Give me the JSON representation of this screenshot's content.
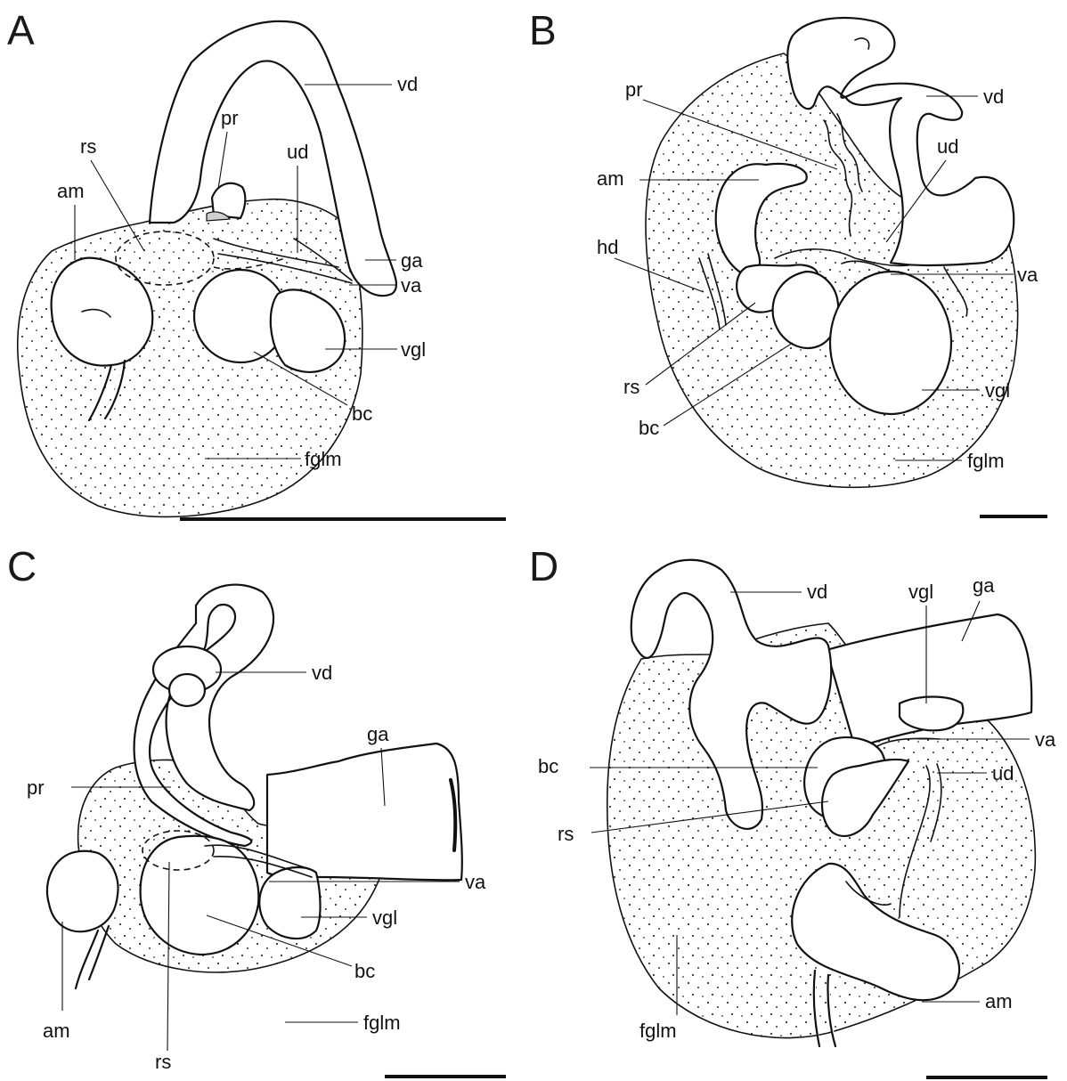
{
  "panels": {
    "A": {
      "letter": "A",
      "labels": {
        "vd": "vd",
        "pr": "pr",
        "rs": "rs",
        "ud": "ud",
        "am": "am",
        "ga": "ga",
        "va": "va",
        "vgl": "vgl",
        "bc": "bc",
        "fglm": "fglm"
      }
    },
    "B": {
      "letter": "B",
      "labels": {
        "pr": "pr",
        "vd": "vd",
        "am": "am",
        "ud": "ud",
        "hd": "hd",
        "va": "va",
        "rs": "rs",
        "bc": "bc",
        "vgl": "vgl",
        "fglm": "fglm"
      }
    },
    "C": {
      "letter": "C",
      "labels": {
        "vd": "vd",
        "ga": "ga",
        "pr": "pr",
        "va": "va",
        "vgl": "vgl",
        "bc": "bc",
        "am": "am",
        "rs": "rs",
        "fglm": "fglm"
      }
    },
    "D": {
      "letter": "D",
      "labels": {
        "vd": "vd",
        "vgl": "vgl",
        "ga": "ga",
        "va": "va",
        "bc": "bc",
        "ud": "ud",
        "rs": "rs",
        "fglm": "fglm",
        "am": "am"
      }
    }
  },
  "style": {
    "ink": "#111111",
    "stipple": "#333333",
    "background": "#ffffff"
  }
}
